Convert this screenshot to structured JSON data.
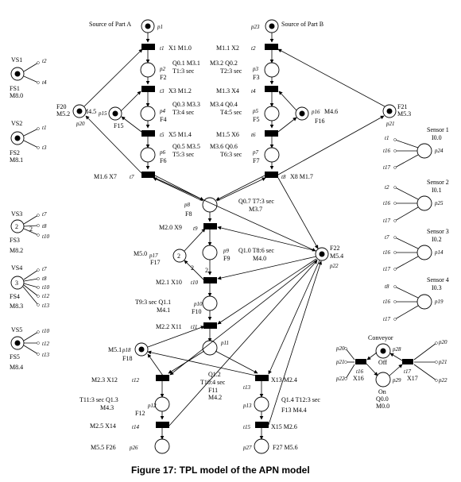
{
  "caption": "Figure 17: TPL model of the APN model",
  "sources": {
    "part_a": "Source of Part A",
    "part_b": "Source of Part B"
  },
  "places": {
    "p1": "p1",
    "p2": "p2",
    "p3": "p3",
    "p4": "p4",
    "p5": "p5",
    "p6": "p6",
    "p7": "p7",
    "p8": "p8",
    "p9": "p9",
    "p10": "p10",
    "p11": "p11",
    "p12": "p12",
    "p13": "p13",
    "p15": "p15",
    "p16": "p16",
    "p17": "p17",
    "p18": "p18",
    "p20": "p20",
    "p21": "p21",
    "p22": "p22",
    "p23": "p23",
    "p24": "p24",
    "p25": "p25",
    "p26": "p26",
    "p27": "p27",
    "p28": "p28",
    "p29": "p29",
    "p14": "p14",
    "p19": "p19"
  },
  "transitions": {
    "t1": "t1",
    "t2": "t2",
    "t3": "t3",
    "t4": "t4",
    "t5": "t5",
    "t6": "t6",
    "t7": "t7",
    "t8": "t8",
    "t9": "t9",
    "t10": "t10",
    "t11": "t11",
    "t12": "t12",
    "t13": "t13",
    "t14": "t14",
    "t15": "t15",
    "t16": "t16",
    "t17": "t17"
  },
  "left_chain": {
    "t1_tag": "X1  M1.0",
    "p2_tag1": "Q0.1 M3.1",
    "p2_tag2": "F2",
    "p2_tag3": "T1:3 sec",
    "t3_tag": "X3  M1.2",
    "p4_tag1": "Q0.3 M3.3",
    "p4_tag2": "F4",
    "p4_tag3": "T3:4 sec",
    "t5_tag": "X5  M1.4",
    "p6_tag1": "Q0.5 M3.5",
    "p6_tag2": "F6",
    "p6_tag3": "T5:3 sec",
    "t7_tag": "M1.6   X7",
    "p15_tag1": "M4.5",
    "p15_tag2": "F15"
  },
  "right_chain": {
    "t2_tag": "M1.1  X2",
    "p3_tag1": "M3.2  Q0.2",
    "p3_tag2": "F3",
    "p3_tag3": "T2:3 sec",
    "t4_tag": "M1.3  X4",
    "p5_tag1": "M3.4  Q0.4",
    "p5_tag2": "F5",
    "p5_tag3": "T4:5 sec",
    "t6_tag": "M1.5   X6",
    "p7_tag1": "M3.6 Q0.6",
    "p7_tag2": "F7",
    "p7_tag3": "T6:3 sec",
    "t8_tag": "X8  M1.7",
    "p16_tag1": "M4.6",
    "p16_tag2": "F16"
  },
  "side_places": {
    "p20_tag1": "F20",
    "p20_tag2": "M5.2",
    "p21_tag1": "F21",
    "p21_tag2": "M5.3",
    "p22_tag1": "F22",
    "p22_tag2": "M5.4"
  },
  "center": {
    "p8_tag": "F8",
    "p8_info1": "Q0.7  T7:3 sec",
    "p8_info2": "M3.7",
    "t9_tag": "M2.0   X9",
    "p17_tag1": "M5.0",
    "p17_tag2": "F17",
    "p9_tag1": "Q1.0  T8:6 sec",
    "p9_tag2": "M4.0",
    "p9_tag3": "F9",
    "t10_tag": "M2.1  X10",
    "p10_tag1": "T9:3 sec  Q1.1",
    "p10_tag2": "M4.1",
    "p10_tag3": "F10",
    "t11_tag": "M2.2  X11",
    "p18_tag1": "M5.1",
    "p18_tag2": "F18",
    "t12_tag": "M2.3  X12",
    "mid_tag1": "Q1.2",
    "mid_tag2": "T10:4 sec",
    "mid_tag3": "F11",
    "mid_tag4": "M4.2",
    "t13_tag": "X13  M2.4",
    "p12_tag1": "T11:3 sec  Q1.3",
    "p12_tag2": "M4.3",
    "p12_tag3": "F12",
    "t14_tag": "M2.5  X14",
    "p13_tag1": "Q1.4  T12:3 sec",
    "p13_tag2": "F13  M4.4",
    "t15_tag": "X15  M2.6",
    "p26_tag": "M5.5  F26",
    "p27_tag": "F27  M5.6",
    "weight_2a": "2",
    "weight_2b": "2",
    "weight_2c": "2"
  },
  "left_selectors": [
    {
      "vs": "VS1",
      "fs": "FS1",
      "m": "M8.0",
      "tokens": "dot",
      "outs": [
        "t2",
        "t4"
      ]
    },
    {
      "vs": "VS2",
      "fs": "FS2",
      "m": "M8.1",
      "tokens": "dot",
      "outs": [
        "t1",
        "t3"
      ]
    },
    {
      "vs": "VS3",
      "fs": "FS3",
      "m": "M8.2",
      "tokens": "2",
      "outs": [
        "t7",
        "t8",
        "t10"
      ],
      "arc_weight": "2"
    },
    {
      "vs": "VS4",
      "fs": "FS4",
      "m": "M8.3",
      "tokens": "3",
      "outs": [
        "t7",
        "t8",
        "t10",
        "t12",
        "t13"
      ]
    },
    {
      "vs": "VS5",
      "fs": "FS5",
      "m": "M8.4",
      "tokens": "dot",
      "outs": [
        "t10",
        "t12",
        "t13"
      ]
    }
  ],
  "sensors": [
    {
      "name": "Sensor 1",
      "addr": "I0.0",
      "place": "p24",
      "ins": [
        "t1",
        "t16",
        "t17"
      ]
    },
    {
      "name": "Sensor 2",
      "addr": "I0.1",
      "place": "p25",
      "ins": [
        "t2",
        "t16",
        "t17"
      ]
    },
    {
      "name": "Sensor 3",
      "addr": "I0.2",
      "place": "p14",
      "ins": [
        "t7",
        "t16",
        "t17"
      ]
    },
    {
      "name": "Sensor 4",
      "addr": "I0.3",
      "place": "p19",
      "ins": [
        "t8",
        "t16",
        "t17"
      ]
    }
  ],
  "conveyor": {
    "title": "Conveyor",
    "p28": "p28",
    "off": "Off",
    "p29": "p29",
    "on": "On",
    "q": "Q0.0",
    "m": "M0.0",
    "x16": "X16",
    "x17": "X17",
    "left_ins": [
      "p20",
      "p21",
      "p22"
    ],
    "right_ins": [
      "p20",
      "p21",
      "p22"
    ]
  }
}
